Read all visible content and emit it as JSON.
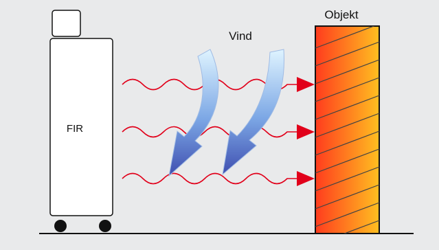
{
  "labels": {
    "object": "Objekt",
    "wind": "Vind",
    "heater": "FIR"
  },
  "colors": {
    "background": "#e9eaeb",
    "wave": "#e1001a",
    "arrow_head": "#e1001a",
    "wind_top": "#d5f0ff",
    "wind_bottom": "#3f4fb0",
    "object_left": "#ff3c1e",
    "object_right": "#ffbf20",
    "outline": "#111111"
  },
  "icons": {
    "heater": "heater-unit-icon",
    "object": "object-wall-icon",
    "wind": "wind-arrow-icon",
    "radiation": "radiation-wave-icon"
  }
}
